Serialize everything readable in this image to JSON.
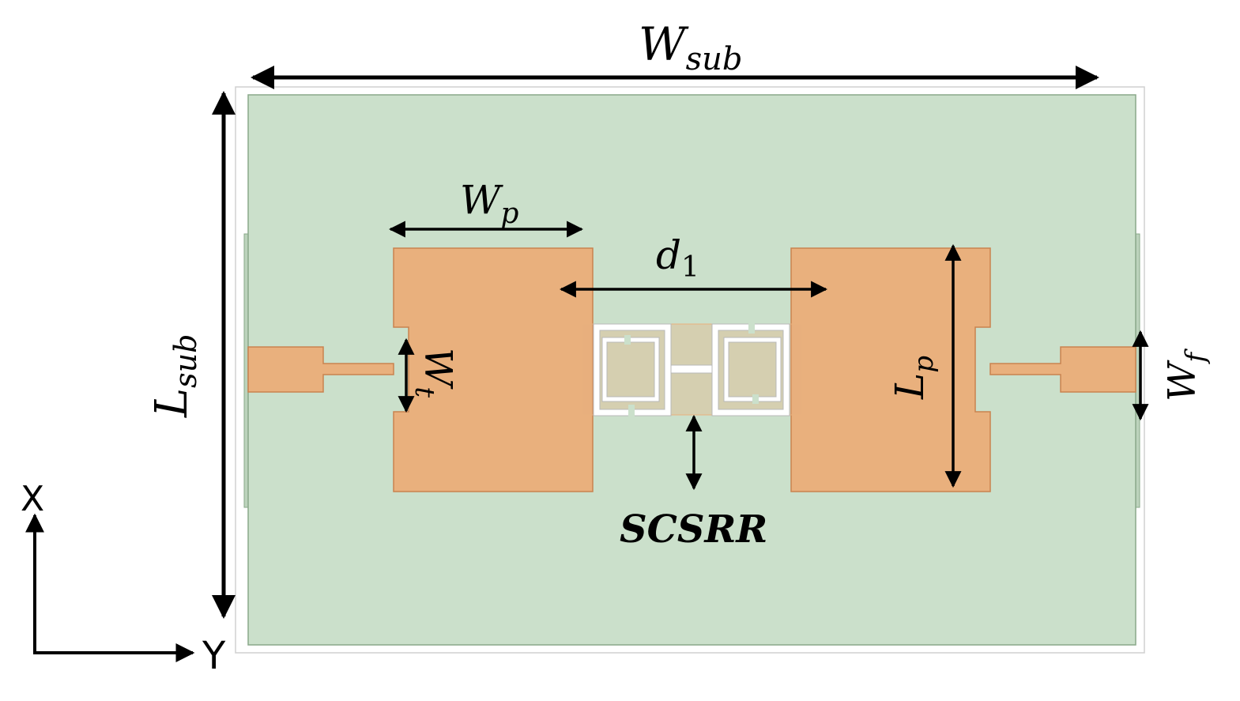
{
  "labels": {
    "w_sub": {
      "main": "W",
      "sub": "sub"
    },
    "l_sub": {
      "main": "L",
      "sub": "sub"
    },
    "w_p": {
      "main": "W",
      "sub": "p"
    },
    "d_1": {
      "main": "d",
      "sub": "1"
    },
    "l_p": {
      "main": "L",
      "sub": "p"
    },
    "w_t": {
      "main": "W",
      "sub": "t"
    },
    "w_f": {
      "main": "W",
      "sub": "f"
    },
    "scsrr": "SCSRR"
  },
  "axes": {
    "x": "X",
    "y": "Y"
  },
  "colors": {
    "substrate": "#cbe0cb",
    "substrate_edge": "#8aa88a",
    "patch": "#e9b07d",
    "patch_edge": "#c9824f",
    "ring": "#ffffff",
    "ring_edge": "#b8b8b8",
    "arrow": "#000000"
  }
}
